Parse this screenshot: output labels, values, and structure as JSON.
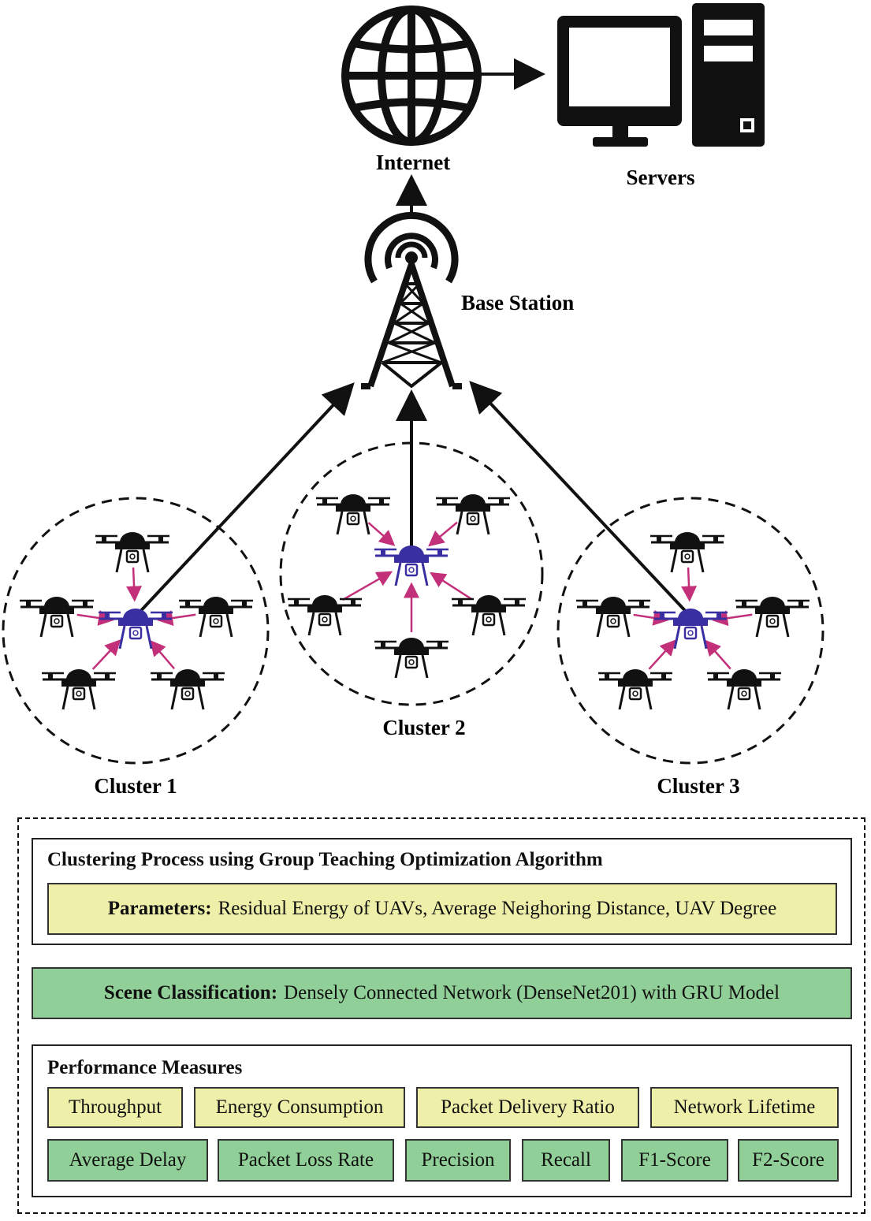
{
  "nodes": {
    "internet": "Internet",
    "servers": "Servers",
    "base_station": "Base Station"
  },
  "clusters": [
    "Cluster 1",
    "Cluster 2",
    "Cluster 3"
  ],
  "clustering": {
    "title": "Clustering Process using Group Teaching Optimization Algorithm",
    "params_label": "Parameters:",
    "params_text": "Residual Energy of UAVs, Average Neighoring Distance, UAV Degree"
  },
  "scene": {
    "label": "Scene Classification:",
    "text": "Densely Connected Network (DenseNet201) with GRU Model"
  },
  "performance": {
    "title": "Performance Measures",
    "row1": [
      "Throughput",
      "Energy Consumption",
      "Packet Delivery Ratio",
      "Network Lifetime"
    ],
    "row2": [
      "Average Delay",
      "Packet Loss Rate",
      "Precision",
      "Recall",
      "F1-Score",
      "F2-Score"
    ]
  },
  "colors": {
    "member_arrow": "#c2307a",
    "cluster_head": "#3a2fa0",
    "yellow_box": "#eef0aa",
    "green_box": "#91cf98"
  }
}
